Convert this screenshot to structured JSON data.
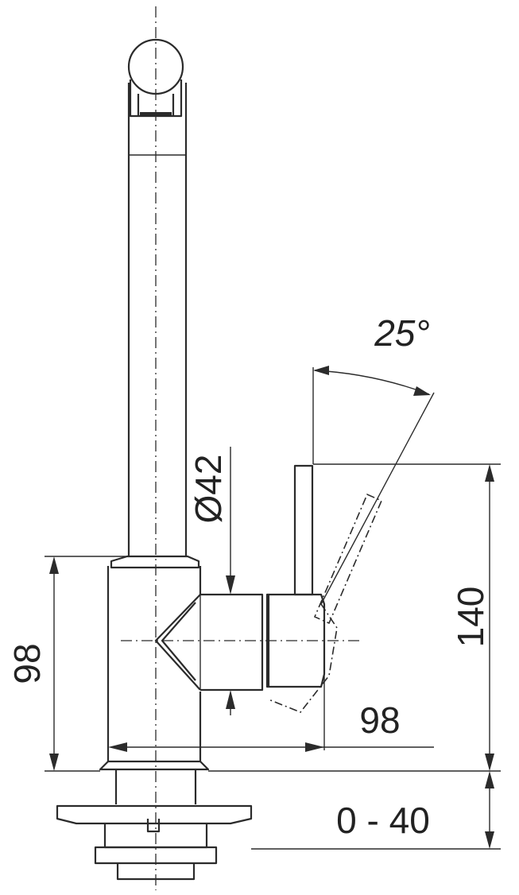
{
  "dimensions": {
    "height_body": "98",
    "depth_spout": "98",
    "diameter": "Ø42",
    "height_lever": "140",
    "worktop_range": "0 - 40",
    "lever_angle": "25°"
  }
}
